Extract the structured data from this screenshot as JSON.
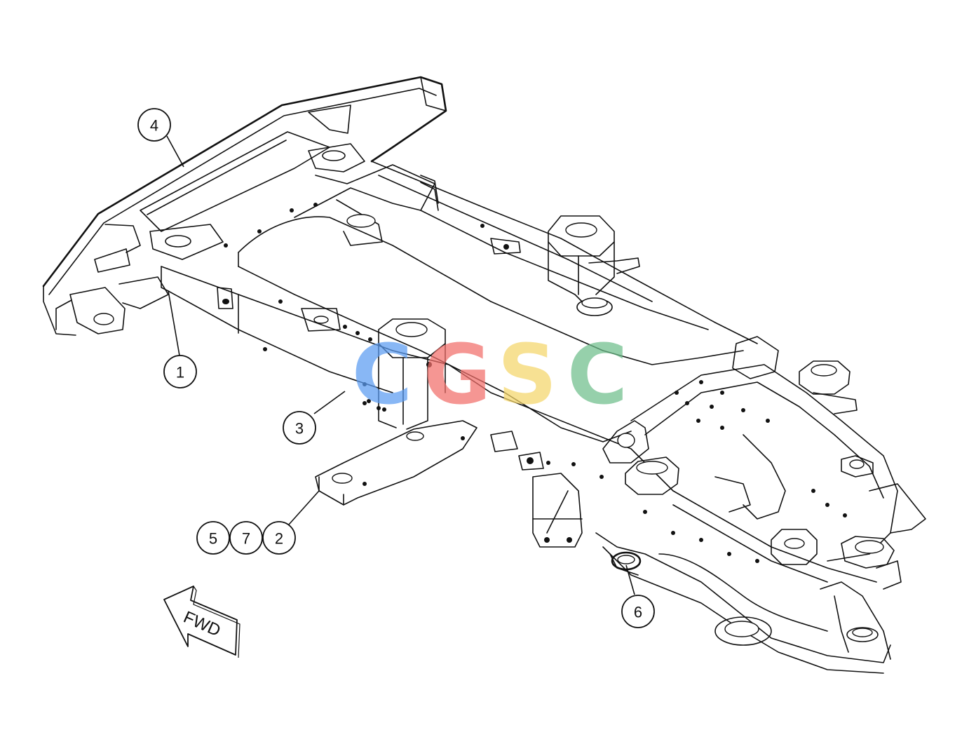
{
  "callouts": [
    {
      "id": "c1",
      "label": "1"
    },
    {
      "id": "c2",
      "label": "2"
    },
    {
      "id": "c3",
      "label": "3"
    },
    {
      "id": "c4",
      "label": "4"
    },
    {
      "id": "c5",
      "label": "5"
    },
    {
      "id": "c6",
      "label": "6"
    },
    {
      "id": "c7",
      "label": "7"
    }
  ],
  "direction_indicator": {
    "label": "FWD"
  },
  "watermark": {
    "text": "CGSC",
    "colors": [
      "#5b9cf2",
      "#f26f6a",
      "#f5d66a",
      "#6fbf8c"
    ]
  },
  "colors": {
    "line": "#111111",
    "background": "#ffffff"
  }
}
